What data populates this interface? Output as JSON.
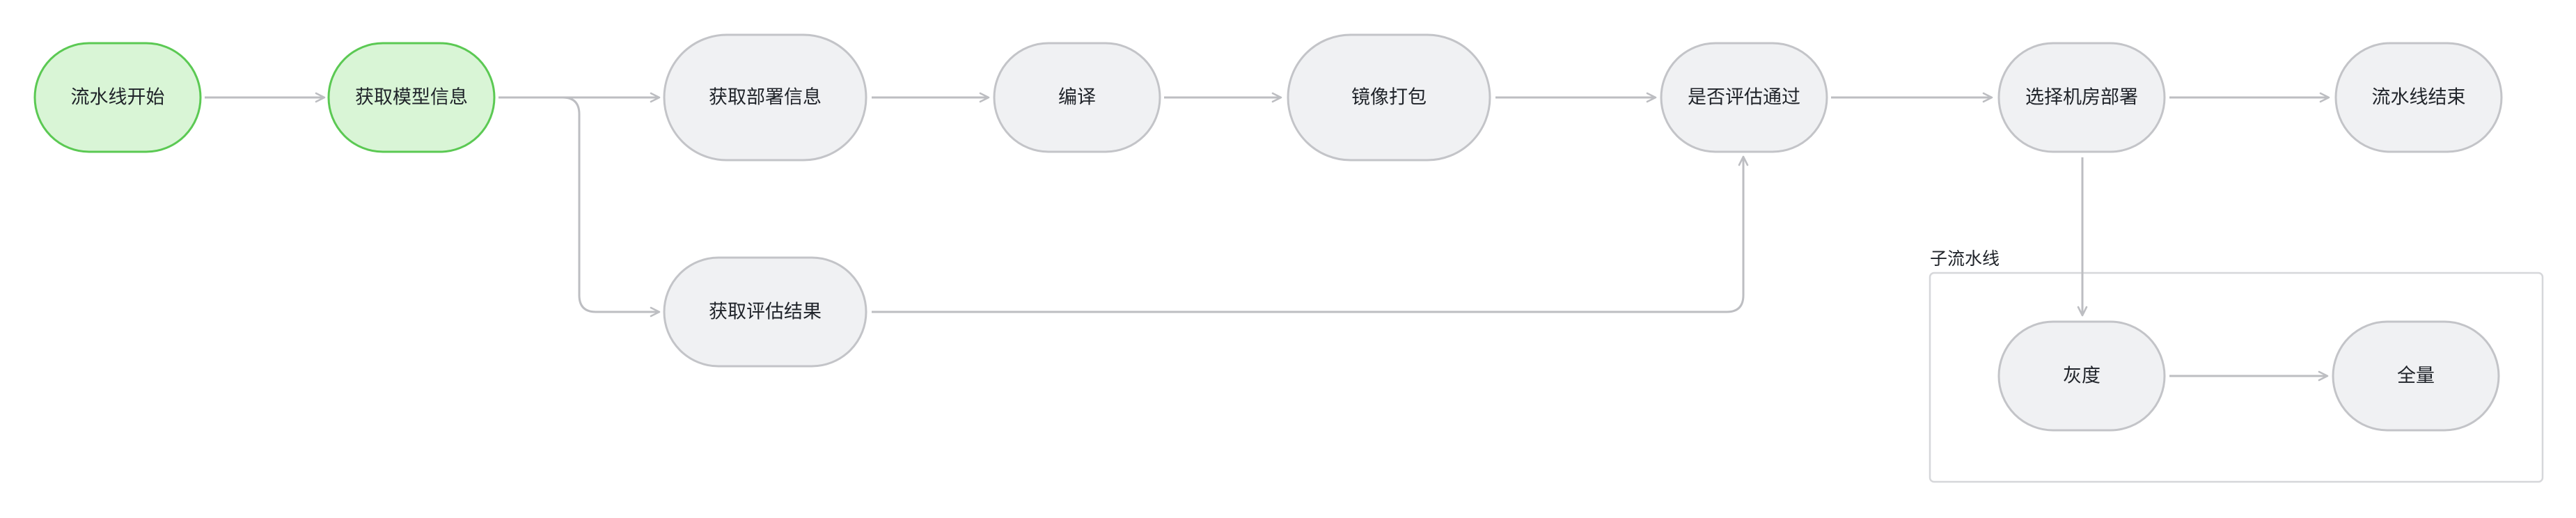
{
  "colors": {
    "done_fill": "#d9f5d6",
    "done_stroke": "#5bc953",
    "pending_fill": "#f0f1f3",
    "pending_stroke": "#c3c4c8",
    "edge": "#bdbec2"
  },
  "group": {
    "label": "子流水线"
  },
  "nodes": {
    "start": {
      "label": "流水线开始",
      "status": "done"
    },
    "get_model_info": {
      "label": "获取模型信息",
      "status": "done"
    },
    "get_deploy_info": {
      "label": "获取部署信息",
      "status": "pending"
    },
    "compile": {
      "label": "编译",
      "status": "pending"
    },
    "image_pack": {
      "label": "镜像打包",
      "status": "pending"
    },
    "eval_passed": {
      "label": "是否评估通过",
      "status": "pending"
    },
    "select_room_deploy": {
      "label": "选择机房部署",
      "status": "pending"
    },
    "end": {
      "label": "流水线结束",
      "status": "pending"
    },
    "get_eval_result": {
      "label": "获取评估结果",
      "status": "pending"
    },
    "gray": {
      "label": "灰度",
      "status": "pending"
    },
    "full": {
      "label": "全量",
      "status": "pending"
    }
  },
  "edges": [
    {
      "from": "start",
      "to": "get_model_info"
    },
    {
      "from": "get_model_info",
      "to": "get_deploy_info"
    },
    {
      "from": "get_model_info",
      "to": "get_eval_result"
    },
    {
      "from": "get_deploy_info",
      "to": "compile"
    },
    {
      "from": "compile",
      "to": "image_pack"
    },
    {
      "from": "image_pack",
      "to": "eval_passed"
    },
    {
      "from": "get_eval_result",
      "to": "eval_passed"
    },
    {
      "from": "eval_passed",
      "to": "select_room_deploy"
    },
    {
      "from": "select_room_deploy",
      "to": "end"
    },
    {
      "from": "select_room_deploy",
      "to": "gray"
    },
    {
      "from": "gray",
      "to": "full"
    }
  ]
}
